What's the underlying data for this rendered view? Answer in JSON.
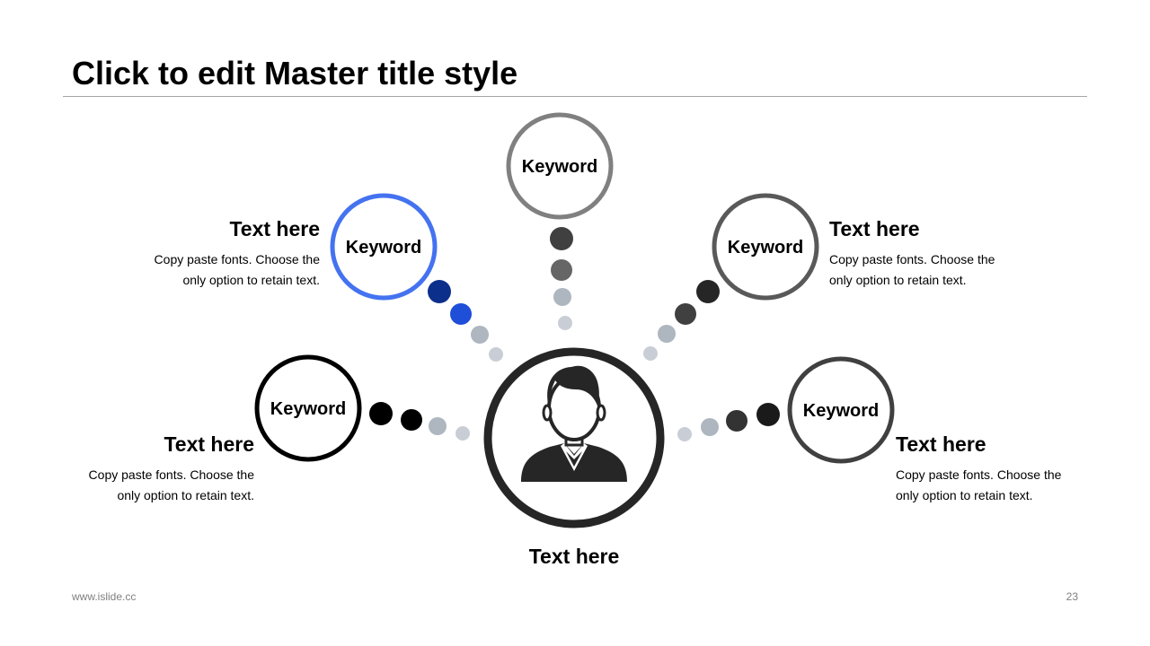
{
  "slide": {
    "title": "Click to edit Master title style",
    "footer_url": "www.islide.cc",
    "page_number": "23"
  },
  "center": {
    "label": "Text here",
    "icon": "person-icon"
  },
  "nodes": [
    {
      "keyword": "Keyword",
      "heading": "Text here",
      "body_line1": "Copy paste fonts. Choose the",
      "body_line2": "only option to retain text.",
      "ring_color": "#000000",
      "dot_colors": [
        "#000000",
        "#000000",
        "#aeb6bf",
        "#c9ced6"
      ]
    },
    {
      "keyword": "Keyword",
      "heading": "Text here",
      "body_line1": "Copy paste fonts. Choose the",
      "body_line2": "only option to retain text.",
      "ring_color": "#4472f0",
      "dot_colors": [
        "#0d2f8c",
        "#1f4ed8",
        "#aeb6bf",
        "#c9ced6"
      ]
    },
    {
      "keyword": "Keyword",
      "ring_color": "#808080",
      "dot_colors": [
        "#404040",
        "#666666",
        "#aeb6bf",
        "#c9ced6"
      ]
    },
    {
      "keyword": "Keyword",
      "heading": "Text here",
      "body_line1": "Copy paste fonts. Choose the",
      "body_line2": "only option to retain text.",
      "ring_color": "#595959",
      "dot_colors": [
        "#262626",
        "#404040",
        "#aeb6bf",
        "#c9ced6"
      ]
    },
    {
      "keyword": "Keyword",
      "heading": "Text here",
      "body_line1": "Copy paste fonts. Choose the",
      "body_line2": "only option to retain text.",
      "ring_color": "#404040",
      "dot_colors": [
        "#1a1a1a",
        "#333333",
        "#aeb6bf",
        "#c9ced6"
      ]
    }
  ]
}
